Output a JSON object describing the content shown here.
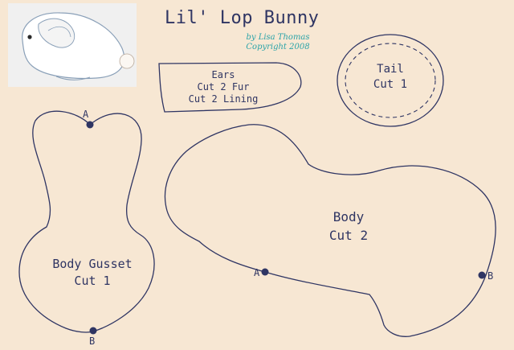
{
  "title": "Lil' Lop Bunny",
  "byline": {
    "author": "by Lisa Thomas",
    "copyright": "Copyright 2008"
  },
  "pieces": {
    "ears": {
      "name": "Ears",
      "line1": "Cut 2 Fur",
      "line2": "Cut 2 Lining"
    },
    "tail": {
      "name": "Tail",
      "line1": "Cut 1"
    },
    "gusset": {
      "name": "Body Gusset",
      "line1": "Cut 1"
    },
    "body": {
      "name": "Body",
      "line1": "Cut 2"
    }
  },
  "markers": {
    "gusset_top": "A",
    "gusset_bottom": "B",
    "body_left": "A",
    "body_right": "B"
  },
  "colors": {
    "paper": "#f7e7d3",
    "outline": "#2f3563",
    "byline": "#2aa3a8"
  }
}
